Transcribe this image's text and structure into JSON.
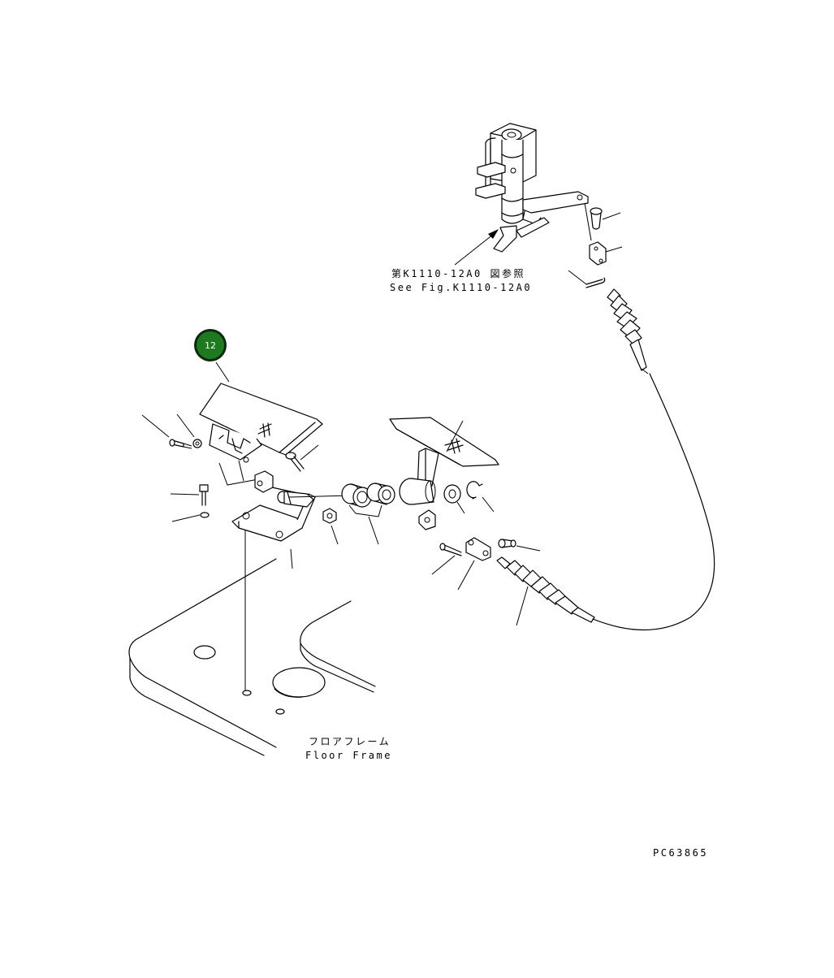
{
  "callout": {
    "number": "12",
    "color": "#1e7a1e",
    "ring_color": "#0b2a0b"
  },
  "labels": {
    "see_fig_jp": "第K1110-12A0 図参照",
    "see_fig_en": "See Fig.K1110-12A0",
    "floor_frame_jp": "フロアフレーム",
    "floor_frame_en": "Floor Frame",
    "drawing_code": "PC63865"
  }
}
